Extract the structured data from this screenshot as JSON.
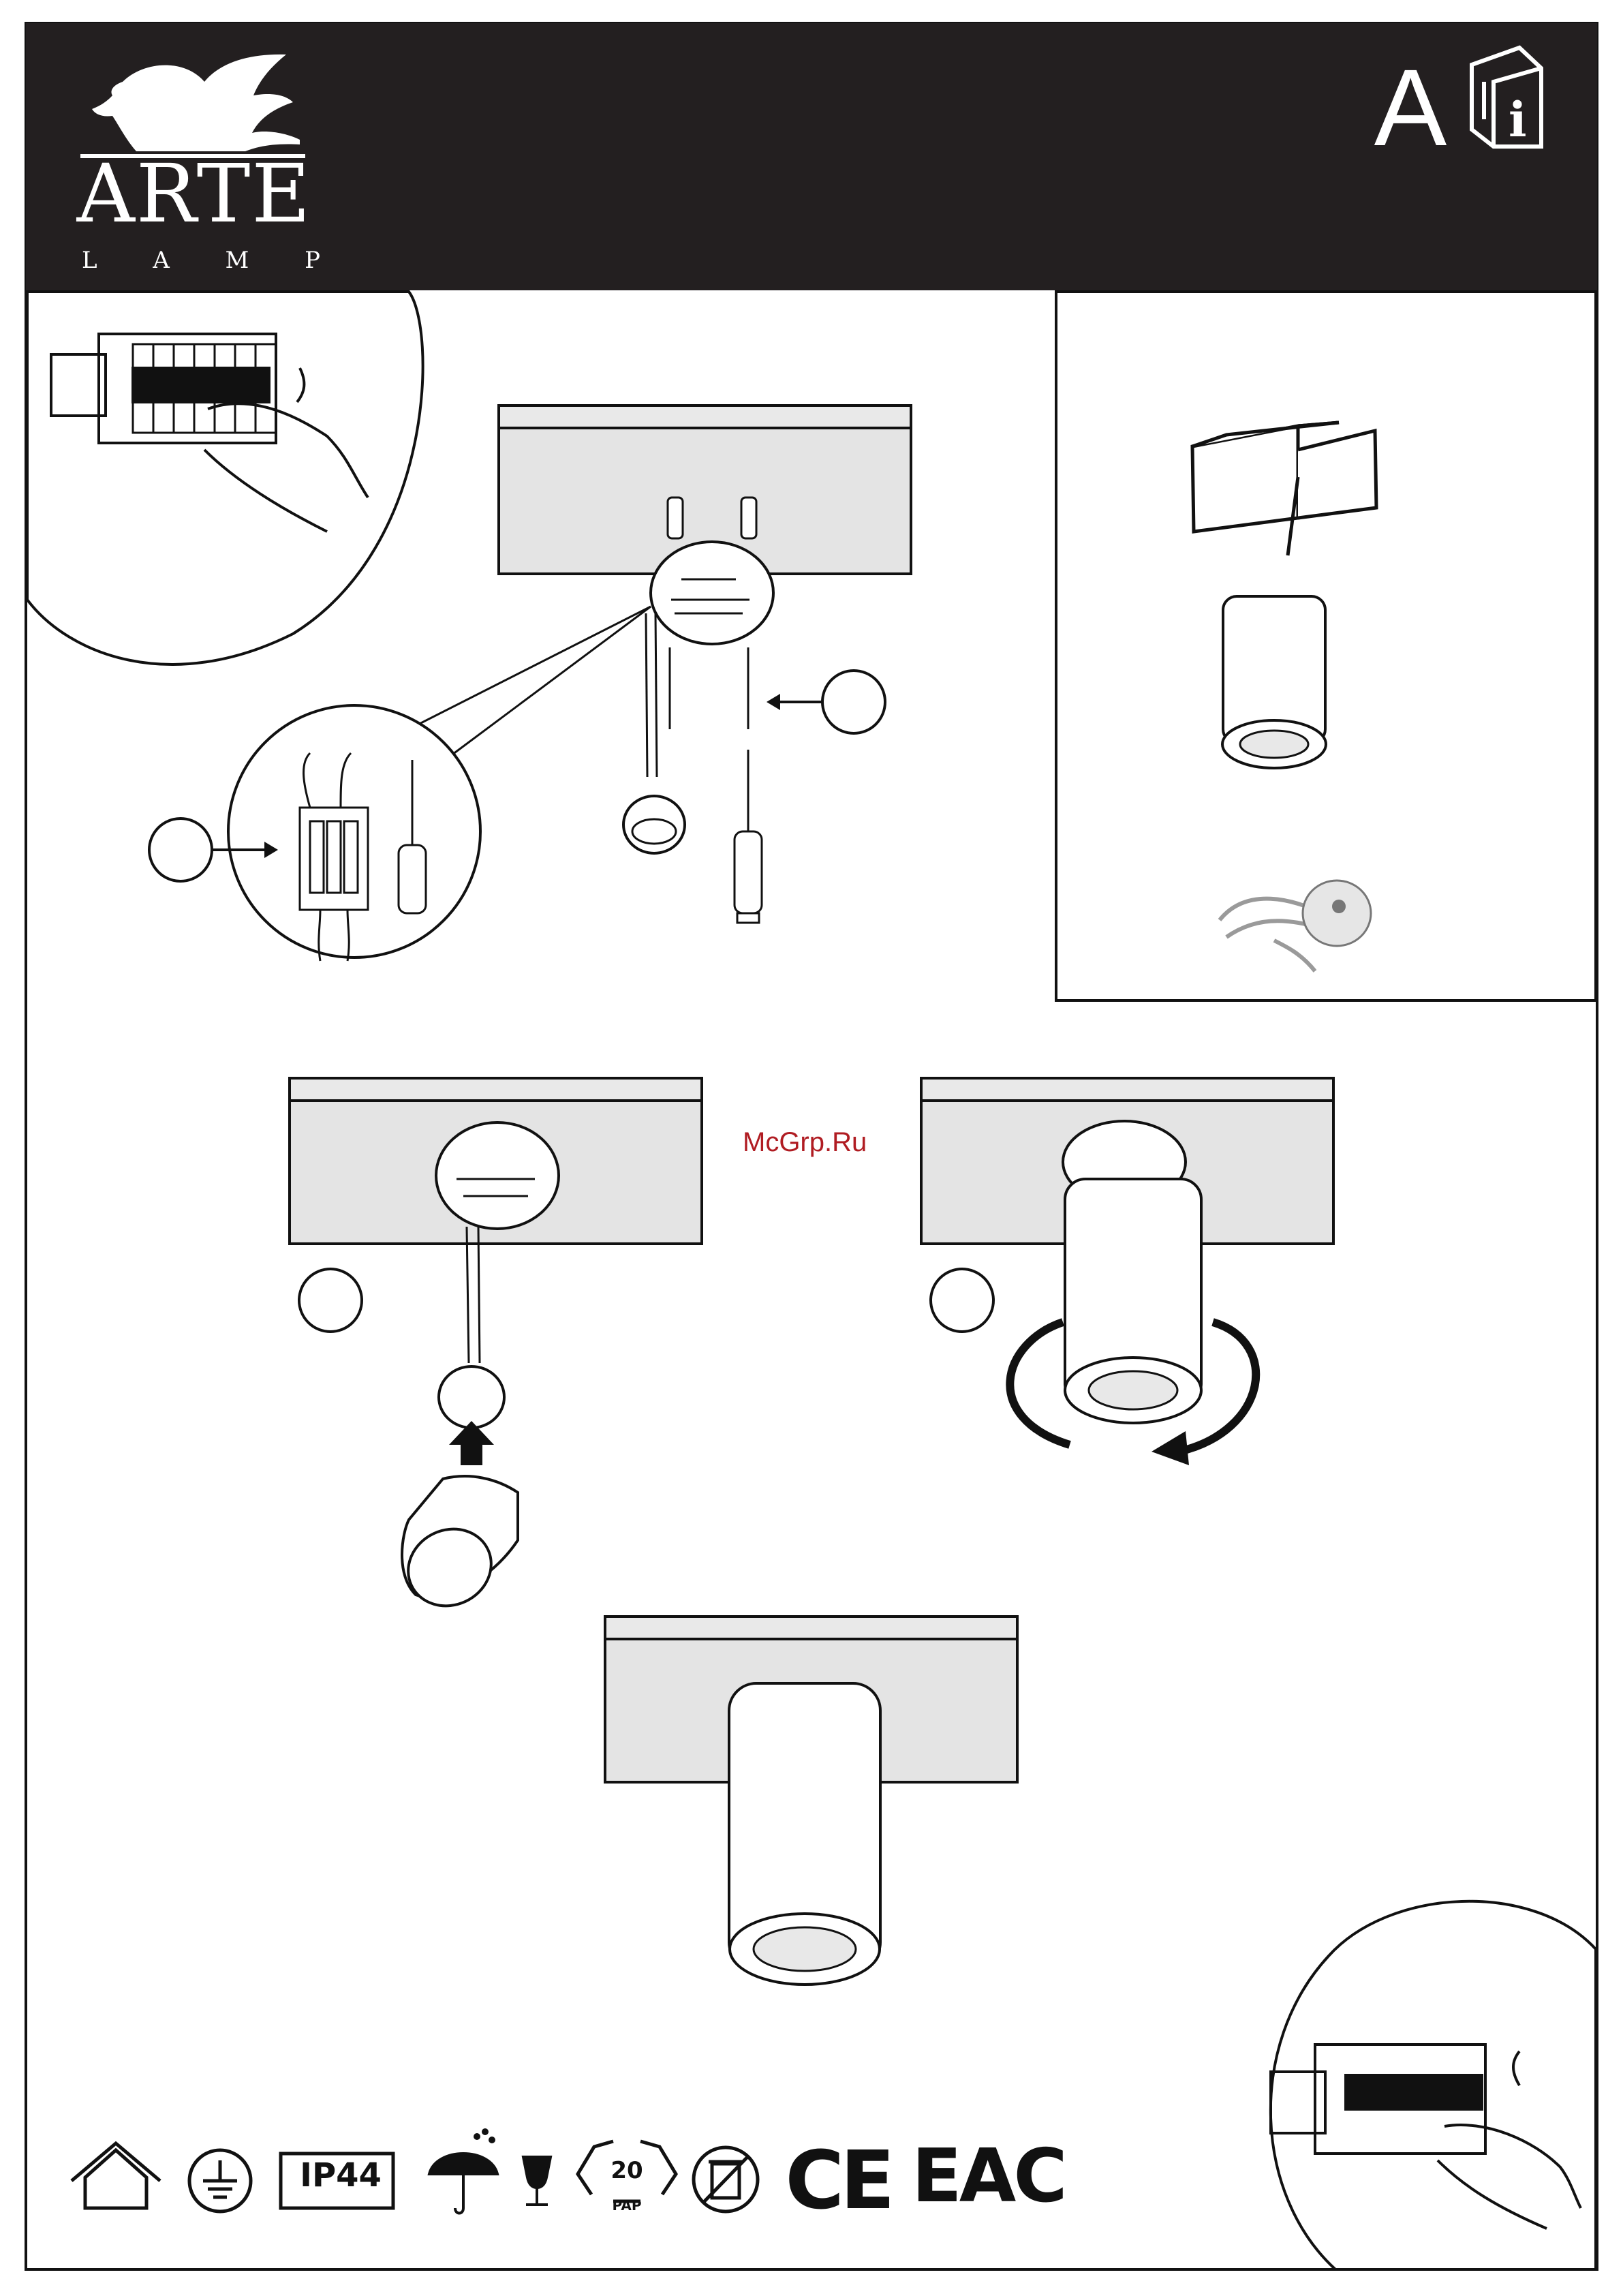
{
  "header": {
    "brand_name": "ARTE",
    "brand_sub_letters": [
      "L",
      "A",
      "M",
      "P"
    ],
    "doc_letter": "A",
    "bg_color": "#231f20"
  },
  "watermark": {
    "text": "McGrp.Ru",
    "color": "#b01c22"
  },
  "footer": {
    "ip_rating": "IP44",
    "recycle_number": "20",
    "recycle_code": "PAP",
    "ce_mark": "CE",
    "eac_mark": "EAC"
  },
  "icons": [
    "logo-griffin-icon",
    "manual-book-icon",
    "indoor-house-icon",
    "earth-ground-icon",
    "ip44-badge-icon",
    "umbrella-rain-icon",
    "fragile-glass-icon",
    "recycle-icon",
    "no-dispose-bin-icon",
    "ce-mark-icon",
    "eac-mark-icon"
  ]
}
